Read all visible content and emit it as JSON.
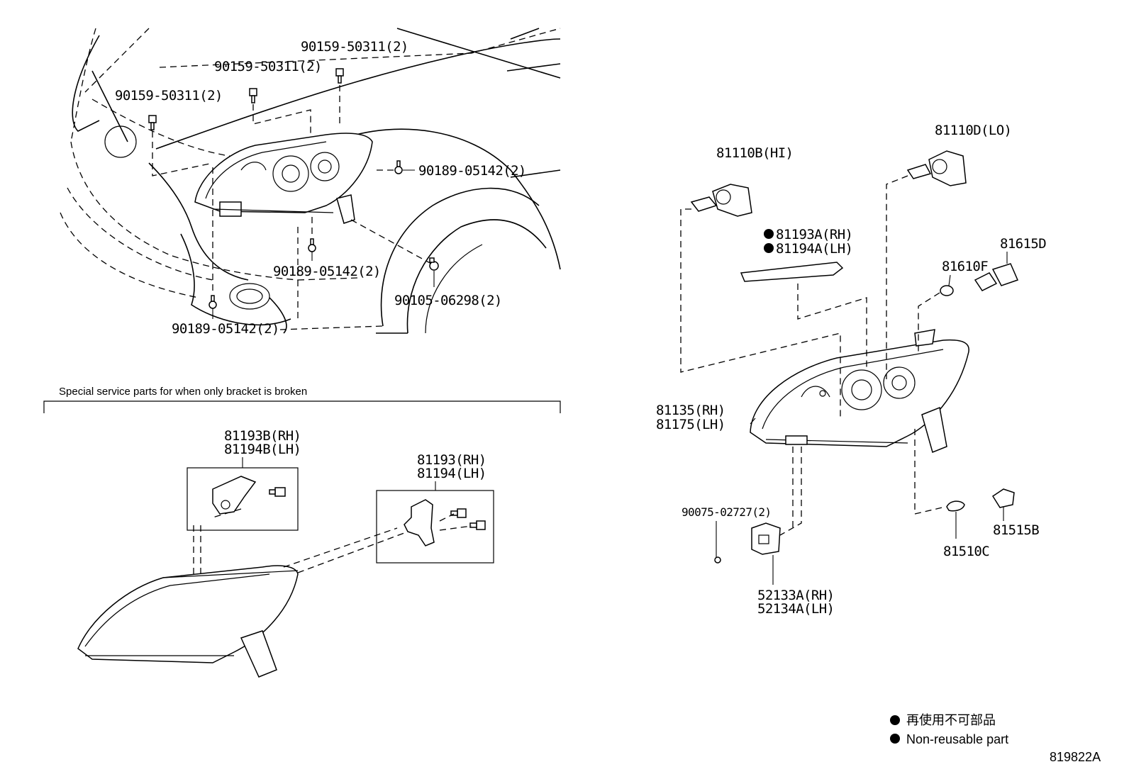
{
  "parts": {
    "bolt_90159_a": "90159-50311(2)",
    "bolt_90159_b": "90159-50311(2)",
    "bolt_90159_c": "90159-50311(2)",
    "screw_90189_a": "90189-05142(2)",
    "screw_90189_b": "90189-05142(2)",
    "screw_90189_c": "90189-05142(2)",
    "screw_90105": "90105-06298(2)",
    "bulb_hi": "81110B(HI)",
    "bulb_lo": "81110D(LO)",
    "garnish_rh": "81193A(RH)",
    "garnish_lh": "81194A(LH)",
    "part_81615d": "81615D",
    "part_81610f": "81610F",
    "headlamp_rh": "81135(RH)",
    "headlamp_lh": "81175(LH)",
    "screw_90075": "90075-02727(2)",
    "part_81515b": "81515B",
    "part_81510c": "81510C",
    "bracket_rh": "52133A(RH)",
    "bracket_lh": "52134A(LH)",
    "repair_b_rh": "81193B(RH)",
    "repair_b_lh": "81194B(LH)",
    "repair_rh": "81193(RH)",
    "repair_lh": "81194(LH)"
  },
  "special_note": "Special service parts for when only bracket is broken",
  "legend": {
    "japanese": "再使用不可部品",
    "english": "Non-reusable part"
  },
  "diagram_id": "819822A"
}
